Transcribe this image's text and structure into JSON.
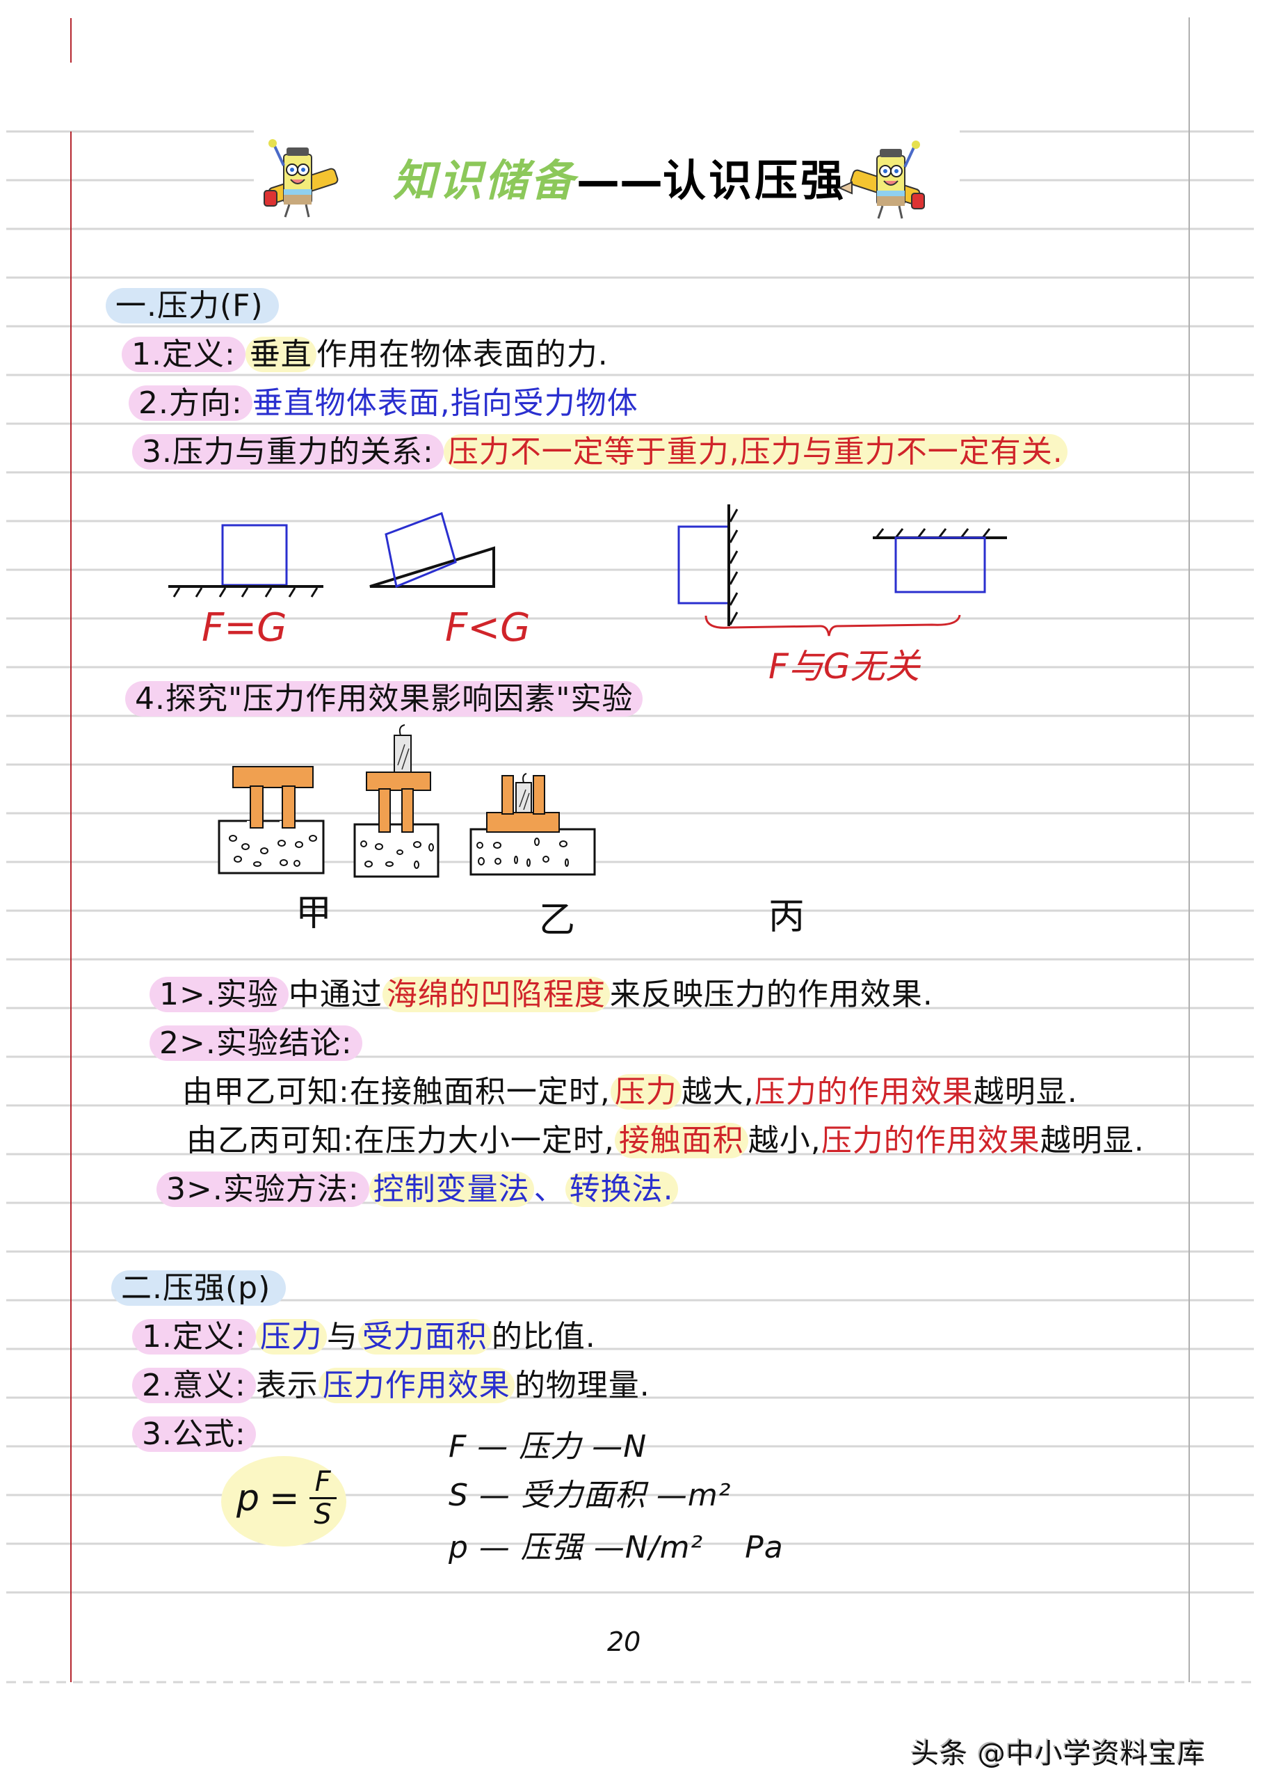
{
  "header": {
    "title_part1": "知识储备",
    "title_separator": "——",
    "title_part2": "认识压强",
    "left_mascot_icon": "spongebob-pencil-icon",
    "right_mascot_icon": "spongebob-pencil-icon"
  },
  "section1": {
    "heading": "一.压力(F)",
    "items": [
      {
        "label": "1.定义:",
        "text_highlight": "垂直",
        "text_rest": "作用在物体表面的力."
      },
      {
        "label": "2.方向:",
        "text": "垂直物体表面,指向受力物体"
      },
      {
        "label": "3.压力与重力的关系:",
        "text": "压力不一定等于重力,压力与重力不一定有关."
      }
    ],
    "diagrams": [
      {
        "id": "flat",
        "label": "F=G"
      },
      {
        "id": "incline",
        "label": "F<G"
      },
      {
        "id": "wall",
        "label": ""
      },
      {
        "id": "ceiling",
        "label": ""
      }
    ],
    "brace_label": "F与G无关",
    "experiment": {
      "heading": "4.探究\"压力作用效果影响因素\"实验",
      "figures": [
        {
          "label": "甲"
        },
        {
          "label": "乙"
        },
        {
          "label": "丙"
        }
      ],
      "point1": {
        "label": "1>.实验",
        "text_before": "中通过",
        "text_highlight": "海绵的凹陷程度",
        "text_after": "来反映压力的作用效果."
      },
      "point2": {
        "label": "2>.实验结论:",
        "line1": {
          "prefix": "由甲乙可知:在接触面积一定时,",
          "hl1": "压力",
          "mid": "越大,",
          "hl2": "压力的作用效果",
          "suffix": "越明显."
        },
        "line2": {
          "prefix": "由乙丙可知:在压力大小一定时,",
          "hl1": "接触面积",
          "mid": "越小,",
          "hl2": "压力的作用效果",
          "suffix": "越明显."
        }
      },
      "point3": {
        "label": "3>.实验方法:",
        "method1": "控制变量法",
        "sep": "、",
        "method2": "转换法."
      }
    }
  },
  "section2": {
    "heading": "二.压强(p)",
    "items": [
      {
        "label": "1.定义:",
        "hl1": "压力",
        "mid": "与",
        "hl2": "受力面积",
        "rest": "的比值."
      },
      {
        "label": "2.意义:",
        "prefix": "表示",
        "hl": "压力作用效果",
        "rest": "的物理量."
      },
      {
        "label": "3.公式:"
      }
    ],
    "formula": {
      "lhs": "p",
      "eq": "=",
      "numerator": "F",
      "denominator": "S"
    },
    "variables": [
      {
        "symbol": "F",
        "name": "压力",
        "unit": "N"
      },
      {
        "symbol": "S",
        "name": "受力面积",
        "unit": "m²"
      },
      {
        "symbol": "p",
        "name": "压强",
        "unit": "N/m²",
        "alt_unit": "Pa"
      }
    ]
  },
  "footer": {
    "page_number": "20",
    "watermark": "头条 @中小学资料宝库"
  },
  "colors": {
    "margin_red": "#b5262e",
    "rule_gray": "#d6d6d6",
    "highlight_blue": "#d5e6f7",
    "highlight_pink": "#f6d2f1",
    "highlight_yellow": "#fbf7c4",
    "ink_red": "#d0242a",
    "ink_blue": "#2a2fcf",
    "sponge_orange": "#f0a050",
    "title_green": "#8cc85a"
  }
}
